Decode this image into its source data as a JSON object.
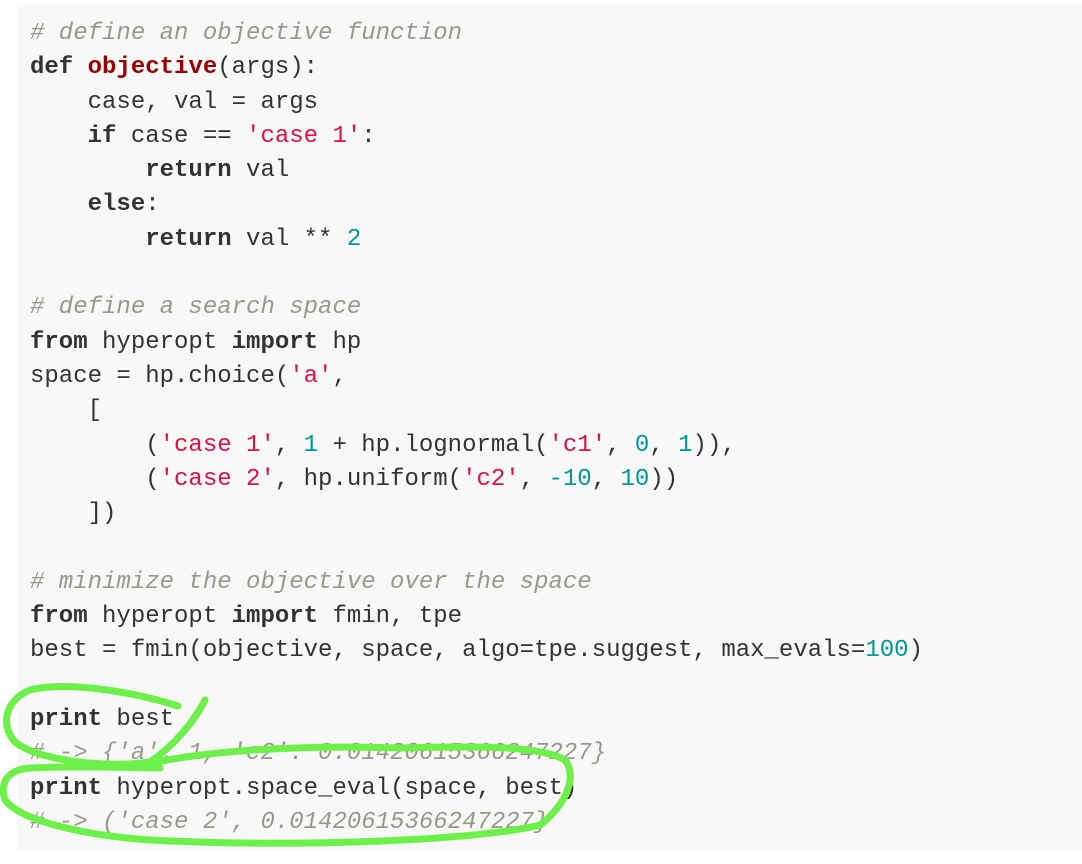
{
  "code_block": {
    "lines": [
      [
        [
          "# define an objective function",
          "com"
        ]
      ],
      [
        [
          "def",
          "kw"
        ],
        [
          " ",
          "plain"
        ],
        [
          "objective",
          "fn"
        ],
        [
          "(args):",
          "plain"
        ]
      ],
      [
        [
          "    case, val = args",
          "plain"
        ]
      ],
      [
        [
          "    ",
          "plain"
        ],
        [
          "if",
          "kw"
        ],
        [
          " case == ",
          "plain"
        ],
        [
          "'case 1'",
          "str"
        ],
        [
          ":",
          "plain"
        ]
      ],
      [
        [
          "        ",
          "plain"
        ],
        [
          "return",
          "kw"
        ],
        [
          " val",
          "plain"
        ]
      ],
      [
        [
          "    ",
          "plain"
        ],
        [
          "else",
          "kw"
        ],
        [
          ":",
          "plain"
        ]
      ],
      [
        [
          "        ",
          "plain"
        ],
        [
          "return",
          "kw"
        ],
        [
          " val ** ",
          "plain"
        ],
        [
          "2",
          "num"
        ]
      ],
      [
        [
          "",
          "plain"
        ]
      ],
      [
        [
          "# define a search space",
          "com"
        ]
      ],
      [
        [
          "from",
          "kw"
        ],
        [
          " hyperopt ",
          "plain"
        ],
        [
          "import",
          "kw"
        ],
        [
          " hp",
          "plain"
        ]
      ],
      [
        [
          "space = hp.choice(",
          "plain"
        ],
        [
          "'a'",
          "str"
        ],
        [
          ",",
          "plain"
        ]
      ],
      [
        [
          "    [",
          "plain"
        ]
      ],
      [
        [
          "        (",
          "plain"
        ],
        [
          "'case 1'",
          "str"
        ],
        [
          ", ",
          "plain"
        ],
        [
          "1",
          "num"
        ],
        [
          " + hp.lognormal(",
          "plain"
        ],
        [
          "'c1'",
          "str"
        ],
        [
          ", ",
          "plain"
        ],
        [
          "0",
          "num"
        ],
        [
          ", ",
          "plain"
        ],
        [
          "1",
          "num"
        ],
        [
          ")),",
          "plain"
        ]
      ],
      [
        [
          "        (",
          "plain"
        ],
        [
          "'case 2'",
          "str"
        ],
        [
          ", hp.uniform(",
          "plain"
        ],
        [
          "'c2'",
          "str"
        ],
        [
          ", ",
          "plain"
        ],
        [
          "-10",
          "num"
        ],
        [
          ", ",
          "plain"
        ],
        [
          "10",
          "num"
        ],
        [
          "))",
          "plain"
        ]
      ],
      [
        [
          "    ])",
          "plain"
        ]
      ],
      [
        [
          "",
          "plain"
        ]
      ],
      [
        [
          "# minimize the objective over the space",
          "com"
        ]
      ],
      [
        [
          "from",
          "kw"
        ],
        [
          " hyperopt ",
          "plain"
        ],
        [
          "import",
          "kw"
        ],
        [
          " fmin, tpe",
          "plain"
        ]
      ],
      [
        [
          "best = fmin(objective, space, algo=tpe.suggest, max_evals=",
          "plain"
        ],
        [
          "100",
          "num"
        ],
        [
          ")",
          "plain"
        ]
      ],
      [
        [
          "",
          "plain"
        ]
      ],
      [
        [
          "print",
          "kw"
        ],
        [
          " best",
          "plain"
        ]
      ],
      [
        [
          "# -> {'a': 1, 'c2': 0.01420615366247227}",
          "com"
        ]
      ],
      [
        [
          "print",
          "kw"
        ],
        [
          " hyperopt.space_eval(space, best)",
          "plain"
        ]
      ],
      [
        [
          "# -> ('case 2', 0.01420615366247227}",
          "com"
        ]
      ]
    ]
  },
  "annotation": {
    "color": "#6ef04a"
  }
}
